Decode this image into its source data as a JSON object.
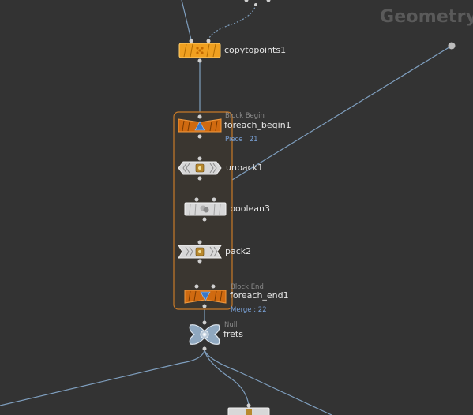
{
  "network": {
    "context_label": "Geometry",
    "colors": {
      "background": "#333333",
      "wire": "#7f9fbf",
      "orange_node": "#f0a020",
      "dark_orange_node": "#d06a10",
      "block_frame": "#c87a28",
      "gray_node": "#cfcfcf",
      "blue_info": "#7aa2d8"
    }
  },
  "nodes": {
    "copytopoints": {
      "name": "copytopoints1",
      "icon": "copy-to-points-icon"
    },
    "foreach_begin": {
      "type_label": "Block Begin",
      "name": "foreach_begin1",
      "info": "Piece : 21",
      "icon": "foreach-begin-icon"
    },
    "unpack": {
      "name": "unpack1",
      "icon": "unpack-icon"
    },
    "boolean": {
      "name": "boolean3",
      "icon": "boolean-icon"
    },
    "pack": {
      "name": "pack2",
      "icon": "pack-icon"
    },
    "foreach_end": {
      "type_label": "Block End",
      "name": "foreach_end1",
      "info": "Merge : 22",
      "icon": "foreach-end-icon"
    },
    "null_node": {
      "type_label": "Null",
      "name": "frets",
      "icon": "null-icon"
    }
  }
}
